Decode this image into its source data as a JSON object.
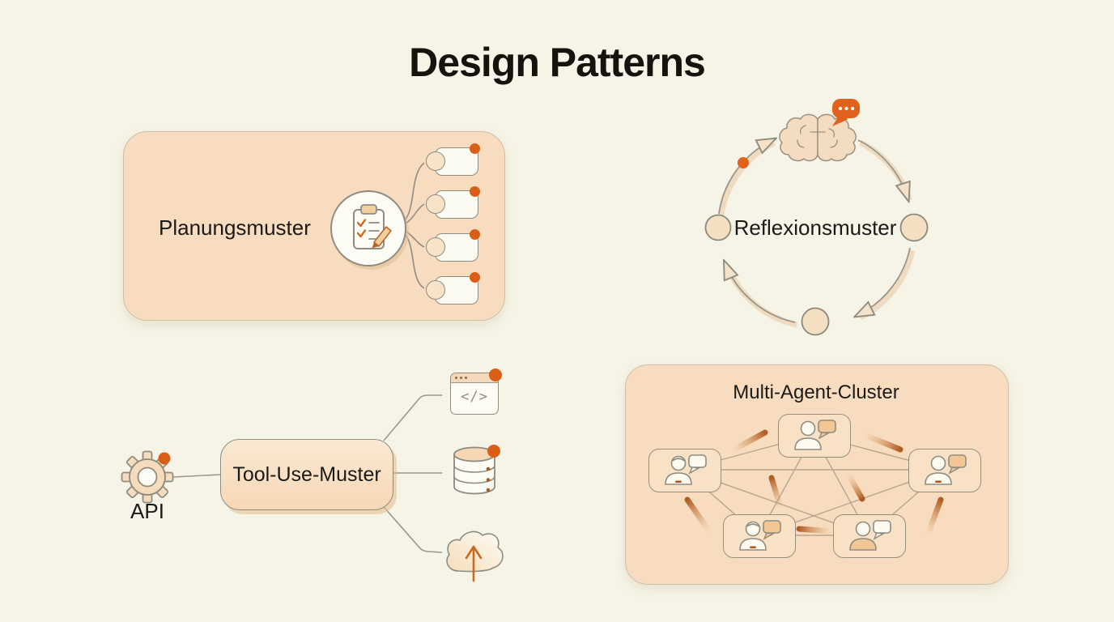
{
  "title": "Design Patterns",
  "panels": {
    "planning": {
      "label": "Planungsmuster",
      "icon": "clipboard-checklist-icon",
      "task_count": 4
    },
    "reflection": {
      "label": "Reflexionsmuster",
      "icon": "brain-icon",
      "cycle_node_count": 3,
      "arrow_count": 4
    },
    "tool_use": {
      "label": "Tool-Use-Muster",
      "source_label": "API",
      "source_icon": "gear-icon",
      "code_glyph": "</>",
      "target_icons": [
        "code-window-icon",
        "database-icon",
        "cloud-upload-icon"
      ]
    },
    "multi_agent": {
      "label": "Multi-Agent-Cluster",
      "agent_count": 5
    }
  },
  "colors": {
    "background": "#f5f4e6",
    "panel_fill": "#f8dcbf",
    "card_fill": "#fdfcf4",
    "accent_orange": "#da5e16",
    "stroke_gray": "#8f8c80",
    "text": "#1a1a19"
  }
}
